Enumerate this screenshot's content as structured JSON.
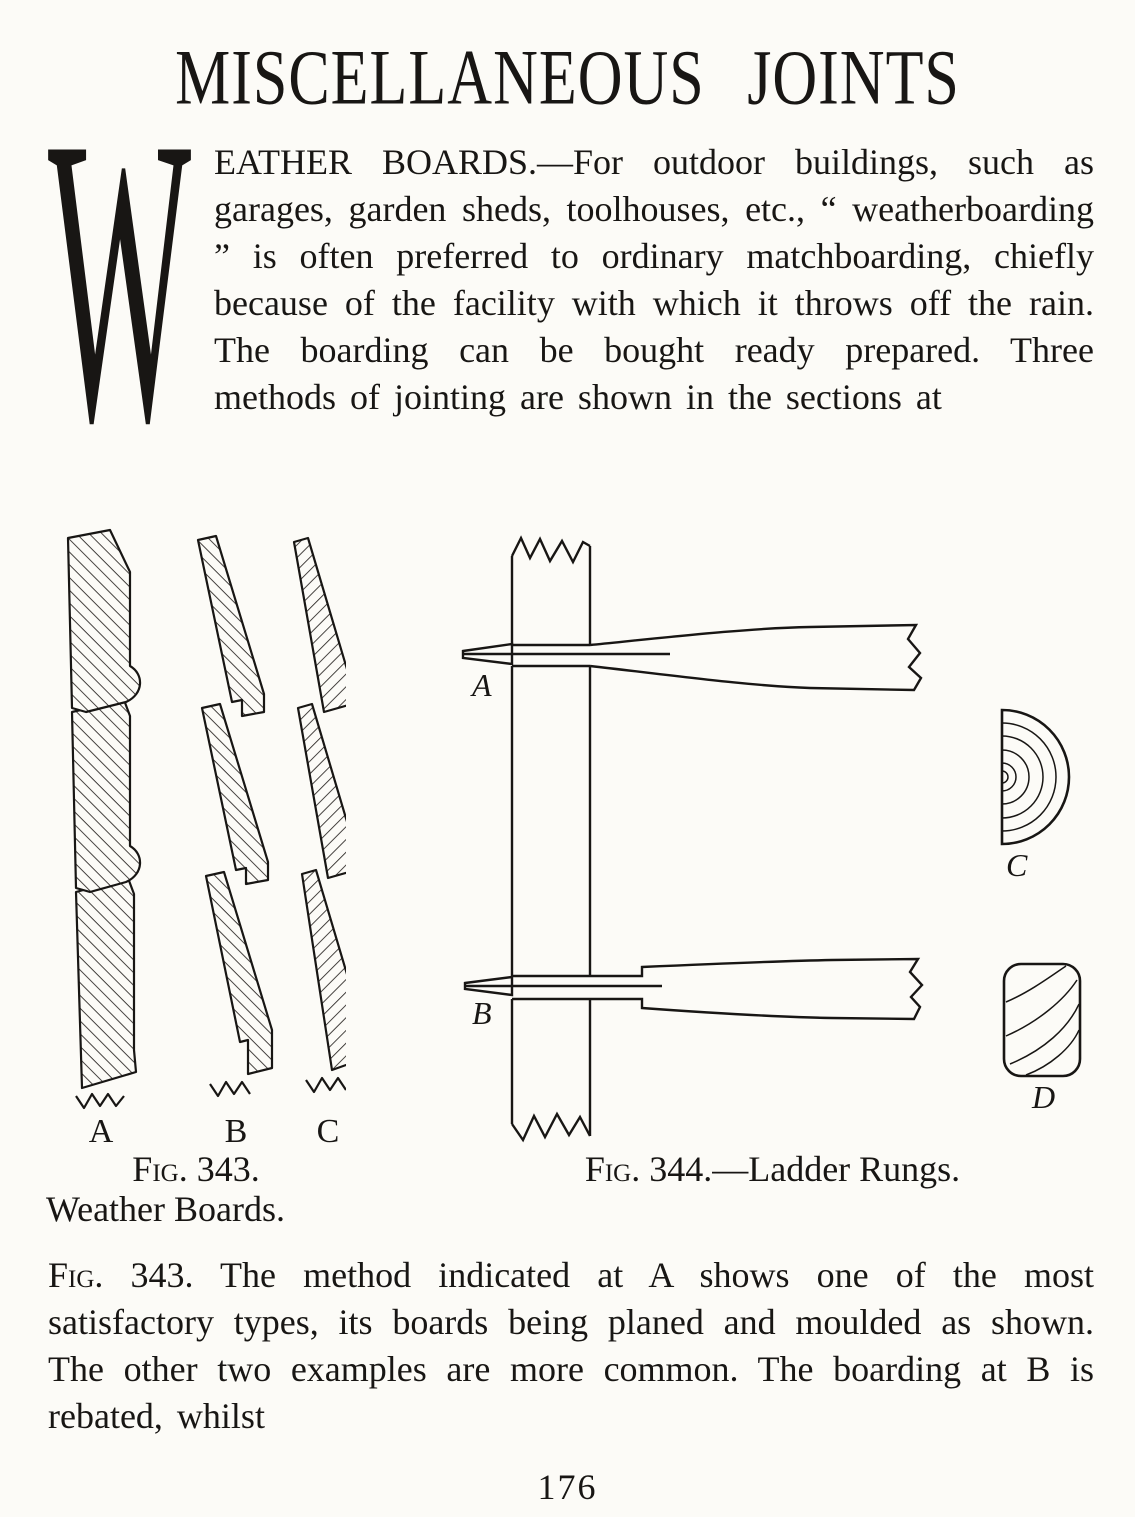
{
  "colors": {
    "paper": "#fcfbf7",
    "ink": "#181614"
  },
  "page": {
    "title": "MISCELLANEOUS JOINTS",
    "page_number": "176"
  },
  "intro": {
    "dropcap": "W",
    "text": "EATHER BOARDS.—For outdoor buildings, such as garages, garden sheds, toolhouses, etc., “ weatherboarding ” is often preferred to ordinary matchboarding, chiefly because of the facility with which it throws off the rain.  The boarding can be bought ready prepared.  Three methods of jointing are shown in the sections at"
  },
  "fig343": {
    "label_a": "A",
    "label_b": "B",
    "label_c": "C",
    "caption_fig": "Fig. 343.",
    "caption_title": "Weather Boards."
  },
  "fig344": {
    "label_a": "A",
    "label_b": "B",
    "label_c": "C",
    "label_d": "D",
    "caption_fig": "Fig. 344.",
    "caption_rest": "—Ladder Rungs."
  },
  "body": {
    "lead": "Fig. 343.",
    "text": "  The method indicated at A shows one of the most satisfactory types, its boards being planed and moulded as shown.  The other two examples are more common.  The boarding at B is rebated, whilst"
  }
}
